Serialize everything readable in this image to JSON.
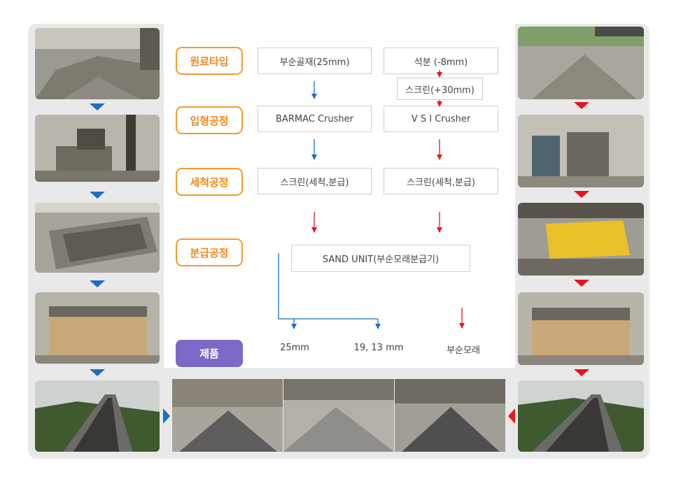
{
  "stages": {
    "raw_type": "원료타입",
    "shaping": "입형공정",
    "washing": "세척공정",
    "classifying": "분급공정",
    "product": "제품"
  },
  "left_flow": {
    "raw": "부순골재(25mm)",
    "crusher": "BARMAC  Crusher",
    "screen": "스크린(세척,분급)"
  },
  "right_flow": {
    "raw": "석분 (-8mm)",
    "prescreen": "스크린(+30mm)",
    "crusher": "V S I   Crusher",
    "screen": "스크린(세척,분급)"
  },
  "sand_unit": "SAND UNIT(부순모래분급기)",
  "products": [
    "25mm",
    "19, 13 mm",
    "부순모래"
  ],
  "colors": {
    "stage_border": "#f39a2b",
    "stage_text": "#f08a1c",
    "product_badge": "#7d68c5",
    "blue_arrow": "#1a6fc4",
    "red_arrow": "#e8141b",
    "frame": "#e9e9e9"
  }
}
